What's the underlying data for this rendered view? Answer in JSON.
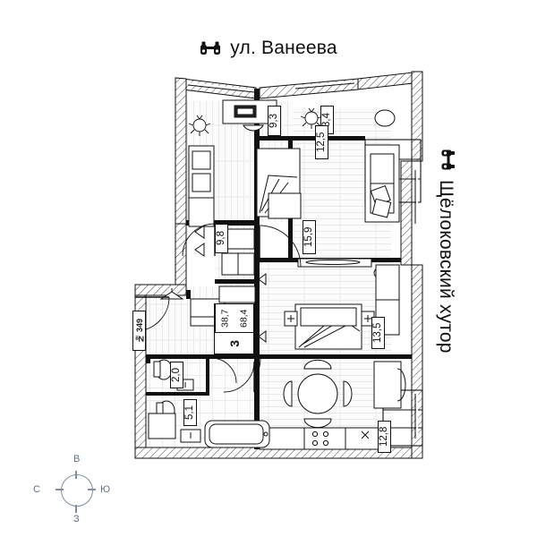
{
  "streets": {
    "top": {
      "label": "ул. Ванеева",
      "icon": "binoculars-icon"
    },
    "right": {
      "label": "Щёлоковский хутор",
      "icon": "binoculars-icon"
    }
  },
  "compass": {
    "north": "В",
    "west": "С",
    "east": "Ю",
    "south": "З"
  },
  "apartment": {
    "number_label": "№ 349",
    "rooms_count": "3",
    "area_living": "38,7",
    "area_total": "68,4"
  },
  "rooms": [
    {
      "name": "bedroom-upper-left",
      "area": "9,3"
    },
    {
      "name": "balcony-upper",
      "area": "3,4"
    },
    {
      "name": "loggia-upper-right",
      "area": "12,5"
    },
    {
      "name": "living-room",
      "area": "15,9"
    },
    {
      "name": "hallway",
      "area": "9,8"
    },
    {
      "name": "wardrobe",
      "area": "2,0"
    },
    {
      "name": "bathroom",
      "area": "5,1"
    },
    {
      "name": "bedroom-right",
      "area": "13,5"
    },
    {
      "name": "kitchen",
      "area": "12,8"
    }
  ],
  "colors": {
    "ink": "#111111",
    "wall_fill": "#e8e8e8",
    "compass": "#5f7082",
    "floor_hatch": "#dcdcdc"
  }
}
